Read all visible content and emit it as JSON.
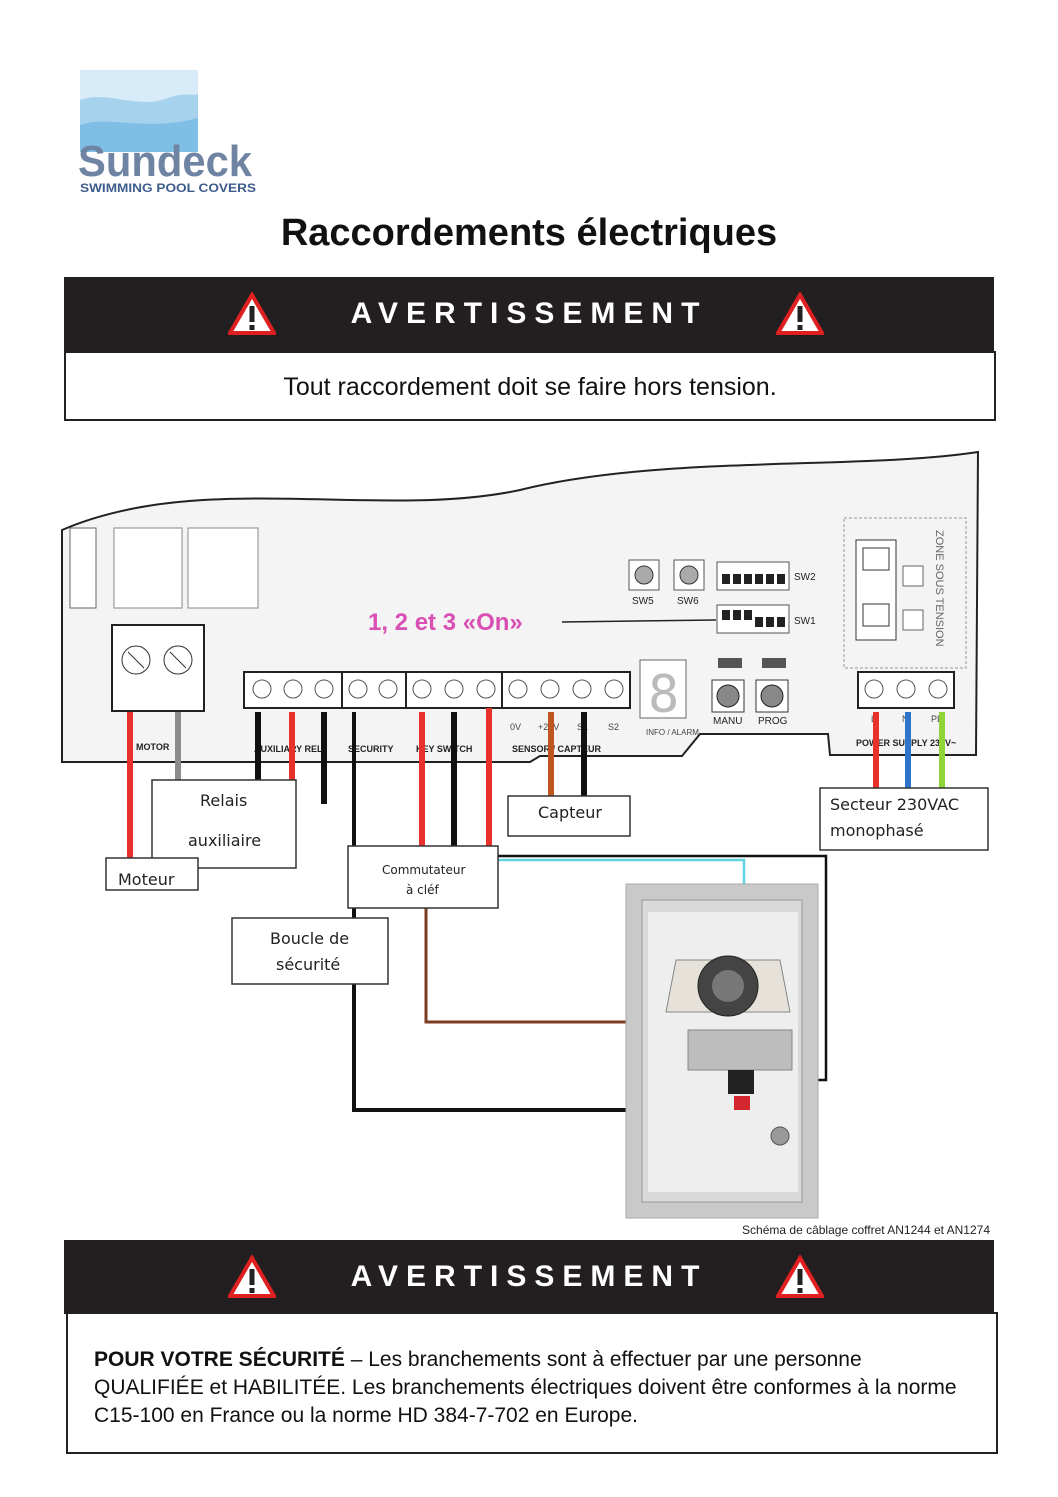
{
  "brand": {
    "name": "Sundeck",
    "tagline": "SWIMMING POOL COVERS",
    "colors": {
      "brand_blue": "#6f84a3",
      "wave": "#9ec9e6"
    }
  },
  "title": "Raccordements électriques",
  "warning_top": {
    "heading": "AVERTISSEMENT",
    "message": "Tout raccordement doit se faire hors tension."
  },
  "diagram": {
    "board": {
      "blocks": [
        "MOTOR",
        "AUXILIARY REL.",
        "SECURITY",
        "KEY SWITCH",
        "SENSOR / CAPTEUR",
        "POWER SUPPLY 230V~"
      ],
      "sensor_pins": [
        "0V",
        "+24V",
        "S1",
        "S2"
      ],
      "power_pins": [
        "L",
        "N",
        "PE"
      ],
      "buttons": [
        "SW5",
        "SW6",
        "MANU",
        "PROG"
      ],
      "dip_switches": [
        "SW2",
        "SW1"
      ],
      "led_label": "INFO / ALARM",
      "zone_label": "ZONE SOUS TENSION"
    },
    "dip_annotation": "1, 2 et 3 «On»",
    "labels": {
      "relais": [
        "Relais",
        "auxiliaire"
      ],
      "moteur": "Moteur",
      "capteur": "Capteur",
      "secteur": [
        "Secteur 230VAC",
        "monophasé"
      ],
      "commutateur": [
        "Commutateur",
        "à cléf"
      ],
      "boucle": [
        "Boucle de",
        "sécurité"
      ]
    },
    "caption": "Schéma de câblage coffret AN1244 et AN1274"
  },
  "warning_bottom": {
    "heading": "AVERTISSEMENT",
    "bold_lead": "POUR VOTRE SÉCURITÉ",
    "message": " – Les branchements sont à effectuer par une personne QUALIFIÉE et HABILITÉE. Les branchements électriques doivent être conformes à la norme C15-100 en France ou la norme HD 384-7-702 en Europe."
  },
  "wire_colors": {
    "red": "#e8312b",
    "black": "#111111",
    "grey": "#8c8c8c",
    "brown": "#7a3d24",
    "blue": "#2e74c9",
    "green": "#8fd43b",
    "cyan": "#5fd3e0",
    "annotation": "#d94fb3"
  }
}
